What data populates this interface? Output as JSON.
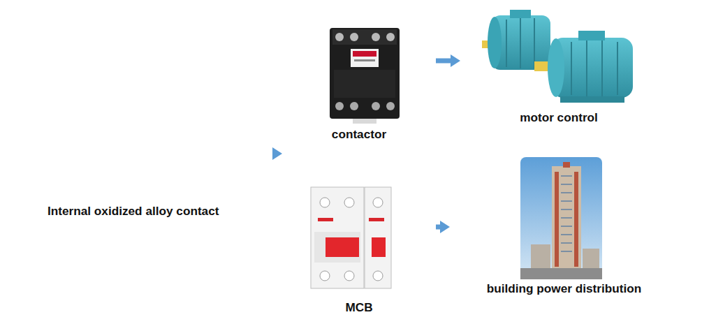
{
  "diagram": {
    "nodes": [
      {
        "text": [
          "Internal oxidized alloy contact"
        ]
      },
      {
        "text": [
          "contactor"
        ]
      },
      {
        "text": [
          "motor control"
        ]
      },
      {
        "text": [
          "MCB"
        ]
      },
      {
        "text": [
          "building power distribution"
        ]
      }
    ],
    "edges": [
      {
        "from": 0,
        "to": 1,
        "arrow": "to"
      },
      {
        "from": 1,
        "to": 2,
        "arrow": "to"
      },
      {
        "from": 3,
        "to": 4,
        "arrow": "to"
      }
    ]
  }
}
